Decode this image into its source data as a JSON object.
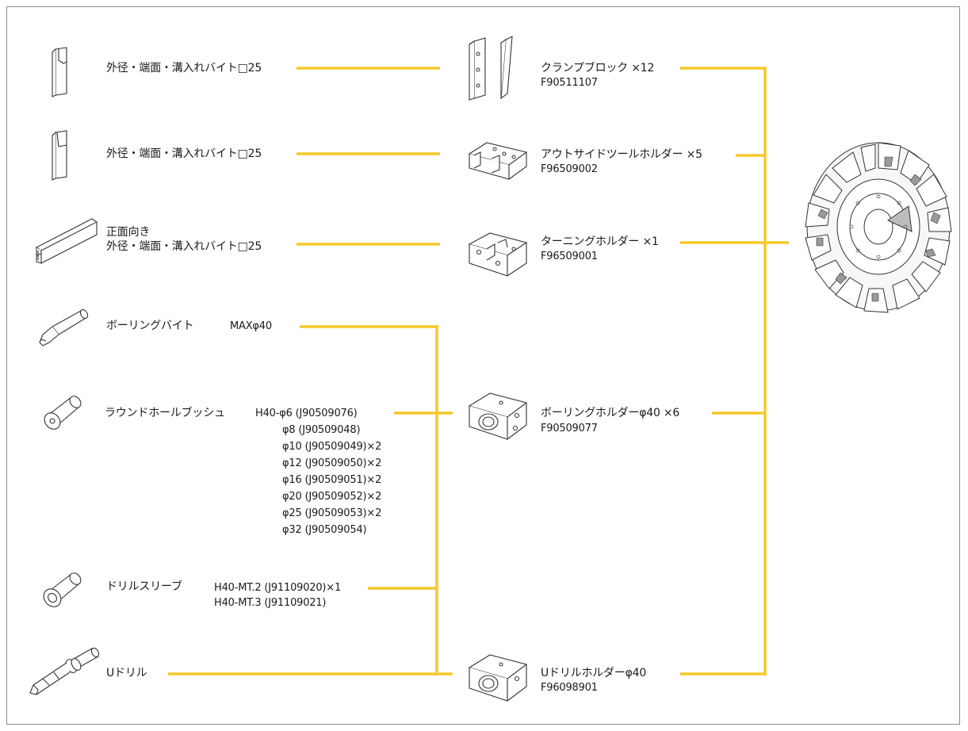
{
  "colors": {
    "connector": "#f5c82a",
    "frame": "#8a8a8a",
    "text": "#1a1a1a",
    "outline": "#333333"
  },
  "left_items": [
    {
      "name": "外径・端面・溝入れバイト□25",
      "icon": "square-tool-bit-icon"
    },
    {
      "name": "外径・端面・溝入れバイト□25",
      "icon": "square-tool-bit-icon"
    },
    {
      "name_line1": "正面向き",
      "name_line2": "外径・端面・溝入れバイト□25",
      "icon": "face-tool-bit-icon"
    },
    {
      "name": "ボーリングバイト",
      "size": "MAXφ40",
      "icon": "boring-bar-icon"
    },
    {
      "name": "ラウンドホールブッシュ",
      "sizes": [
        "H40-φ6 (J90509076)",
        "φ8 (J90509048)",
        "φ10 (J90509049)×2",
        "φ12 (J90509050)×2",
        "φ16 (J90509051)×2",
        "φ20 (J90509052)×2",
        "φ25 (J90509053)×2",
        "φ32 (J90509054)"
      ],
      "icon": "round-hole-bushing-icon"
    },
    {
      "name": "ドリルスリーブ",
      "sizes": [
        "H40-MT.2 (J91109020)×1",
        "H40-MT.3 (J91109021)"
      ],
      "icon": "drill-sleeve-icon"
    },
    {
      "name": "Uドリル",
      "icon": "u-drill-icon"
    }
  ],
  "holders": [
    {
      "name": "クランプブロック ×12",
      "code": "F90511107",
      "icon": "clamp-block-icon"
    },
    {
      "name": "アウトサイドツールホルダー ×5",
      "code": "F96509002",
      "icon": "outside-tool-holder-icon"
    },
    {
      "name": "ターニングホルダー ×1",
      "code": "F96509001",
      "icon": "turning-holder-icon"
    },
    {
      "name": "ボーリングホルダーφ40 ×6",
      "code": "F90509077",
      "icon": "boring-holder-icon"
    },
    {
      "name": "Uドリルホルダーφ40",
      "code": "F96098901",
      "icon": "u-drill-holder-icon"
    }
  ],
  "turret": {
    "icon": "turret-icon"
  }
}
